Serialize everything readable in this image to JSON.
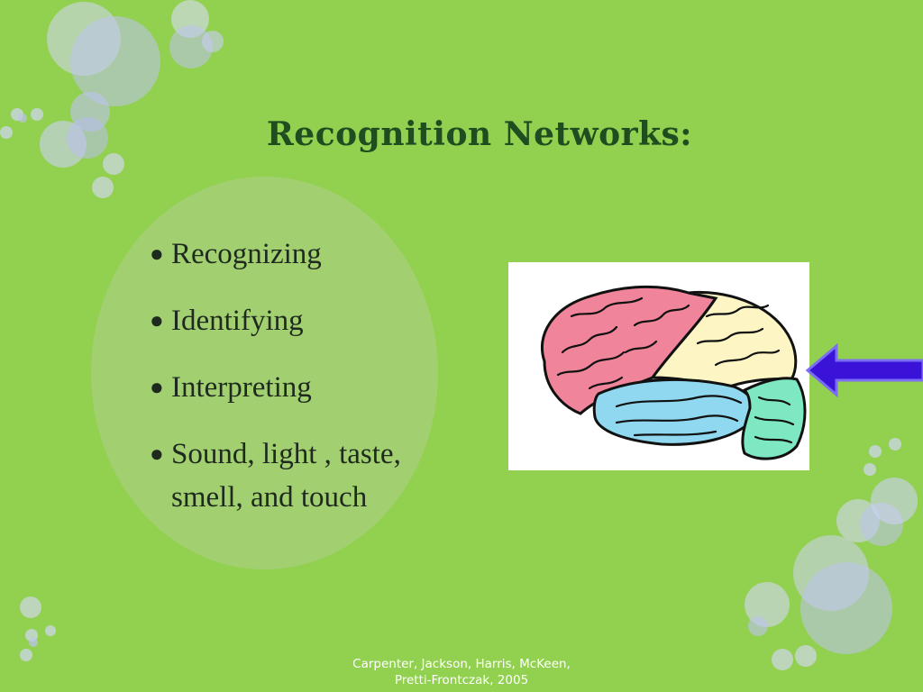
{
  "slide": {
    "title": "Recognition Networks:",
    "bullets": [
      "Recognizing",
      "Identifying",
      "Interpreting",
      "Sound, light , taste, smell, and touch"
    ],
    "bullet_symbol": "●",
    "footer_line1": "Carpenter, Jackson, Harris, McKeen,",
    "footer_line2": "Pretti-Frontczak, 2005"
  },
  "colors": {
    "background": "#92d050",
    "title": "#1f4d1f",
    "bubble": "#c8c8f0",
    "arrow": "#3a12d8",
    "brain_frontal": "#f0849a",
    "brain_parietal": "#fdf5c4",
    "brain_temporal": "#8fd8f0",
    "brain_occipital": "#7ee8c2"
  },
  "icons": [
    "brain-illustration",
    "left-arrow-icon",
    "decorative-bubbles"
  ]
}
